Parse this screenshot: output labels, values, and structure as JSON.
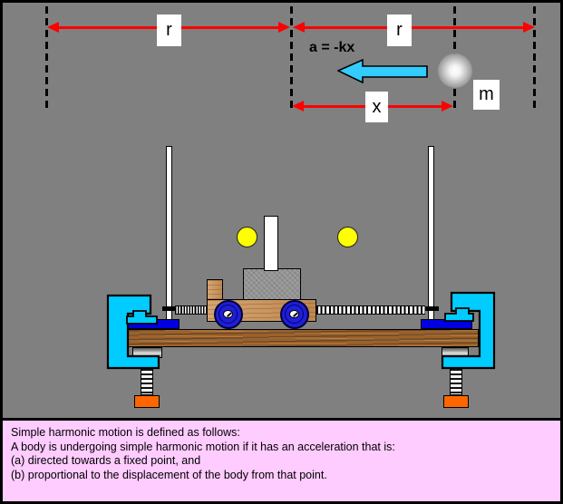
{
  "diagram": {
    "equation": "a = -kx",
    "distance_labels": {
      "amplitude_left": "r",
      "amplitude_right": "r",
      "displacement": "x",
      "mass": "m"
    }
  },
  "caption": {
    "lines": [
      "Simple harmonic motion is defined as follows:",
      "A body is undergoing simple harmonic motion if it has an acceleration that is:",
      "(a) directed towards a fixed point, and",
      "(b) proportional to the displacement of the body from that point."
    ]
  },
  "colors": {
    "background_gray": "#808080",
    "frame_black": "#000000",
    "arrow_red": "#FF0000",
    "acceleration_arrow_cyan": "#33CCFF",
    "clamp_cyan": "#00CCFF",
    "pad_blue": "#0000E0",
    "wheel_blue": "#1F1FD6",
    "handle_orange": "#FF6600",
    "marker_yellow": "#FFFF00",
    "caption_pink": "#FFCCFF",
    "cart_wood": "#C8925C",
    "board_wood": "#99622E"
  }
}
